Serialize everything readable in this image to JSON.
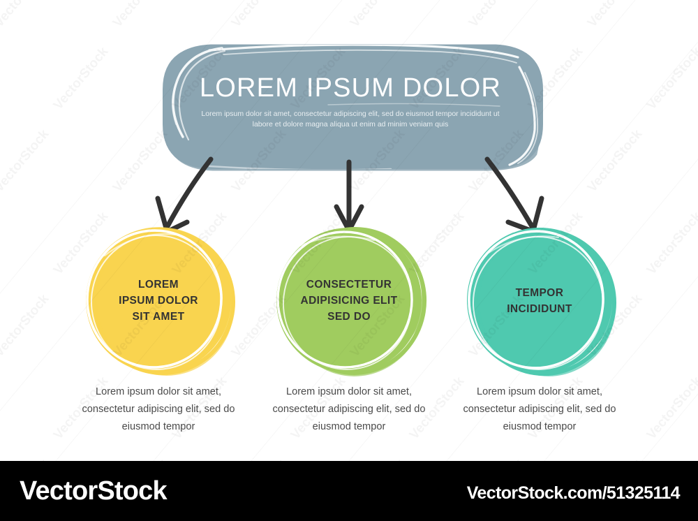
{
  "banner": {
    "title": "LOREM IPSUM DOLOR",
    "subtitle": "Lorem ipsum dolor sit amet, consectetur adipiscing elit, sed do eiusmod tempor incididunt ut labore et dolore magna aliqua ut enim ad minim veniam quis",
    "fill_color": "#8BA5B2",
    "title_color": "#ffffff"
  },
  "nodes": [
    {
      "label": "LOREM\nIPSUM DOLOR\nSIT AMET",
      "color": "#F9D44F",
      "caption": "Lorem ipsum dolor sit amet, consectetur adipiscing elit, sed do eiusmod tempor"
    },
    {
      "label": "CONSECTETUR\nADIPISICING ELIT\nSED DO",
      "color": "#A0CC5F",
      "caption": "Lorem ipsum dolor sit amet, consectetur adipiscing elit, sed do eiusmod tempor"
    },
    {
      "label": "TEMPOR\nINCIDIDUNT",
      "color": "#4FC9AF",
      "caption": "Lorem ipsum dolor sit amet, consectetur adipiscing elit, sed do eiusmod tempor"
    }
  ],
  "arrows": {
    "color": "#333333",
    "count": 3
  },
  "watermark": {
    "text": "VectorStock"
  },
  "footer": {
    "brand": "VectorStock",
    "url": "VectorStock.com/51325114",
    "background": "#000000"
  }
}
